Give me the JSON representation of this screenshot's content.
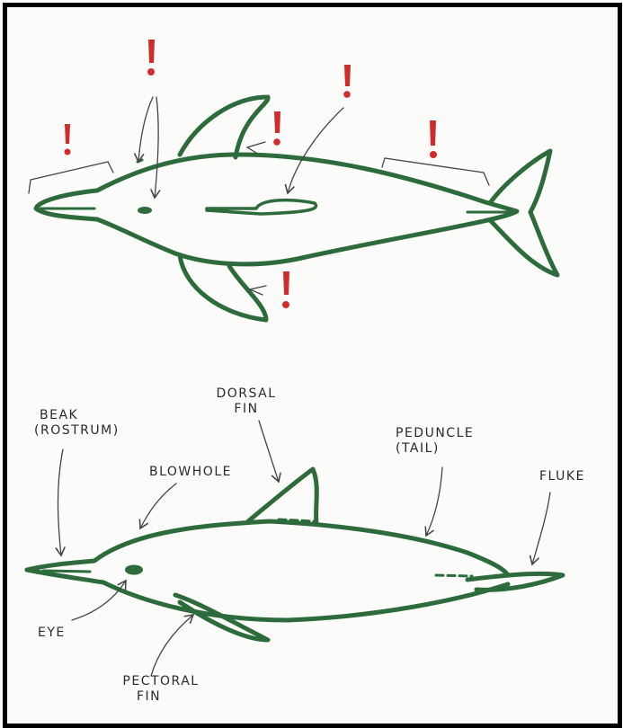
{
  "colors": {
    "body_outline": "#2e6b3c",
    "warning": "#cf2c2c",
    "annotation": "#444444",
    "frame": "#000000"
  },
  "warnings": {
    "mark": "!",
    "count": 6
  },
  "labels": {
    "beak_line1": "BEAK",
    "beak_line2": "(ROSTRUM)",
    "blowhole": "BLOWHOLE",
    "dorsal_line1": "DORSAL",
    "dorsal_line2": "FIN",
    "peduncle_line1": "PEDUNCLE",
    "peduncle_line2": "(TAIL)",
    "fluke": "FLUKE",
    "eye": "EYE",
    "pectoral_line1": "PECTORAL",
    "pectoral_line2": "FIN"
  }
}
